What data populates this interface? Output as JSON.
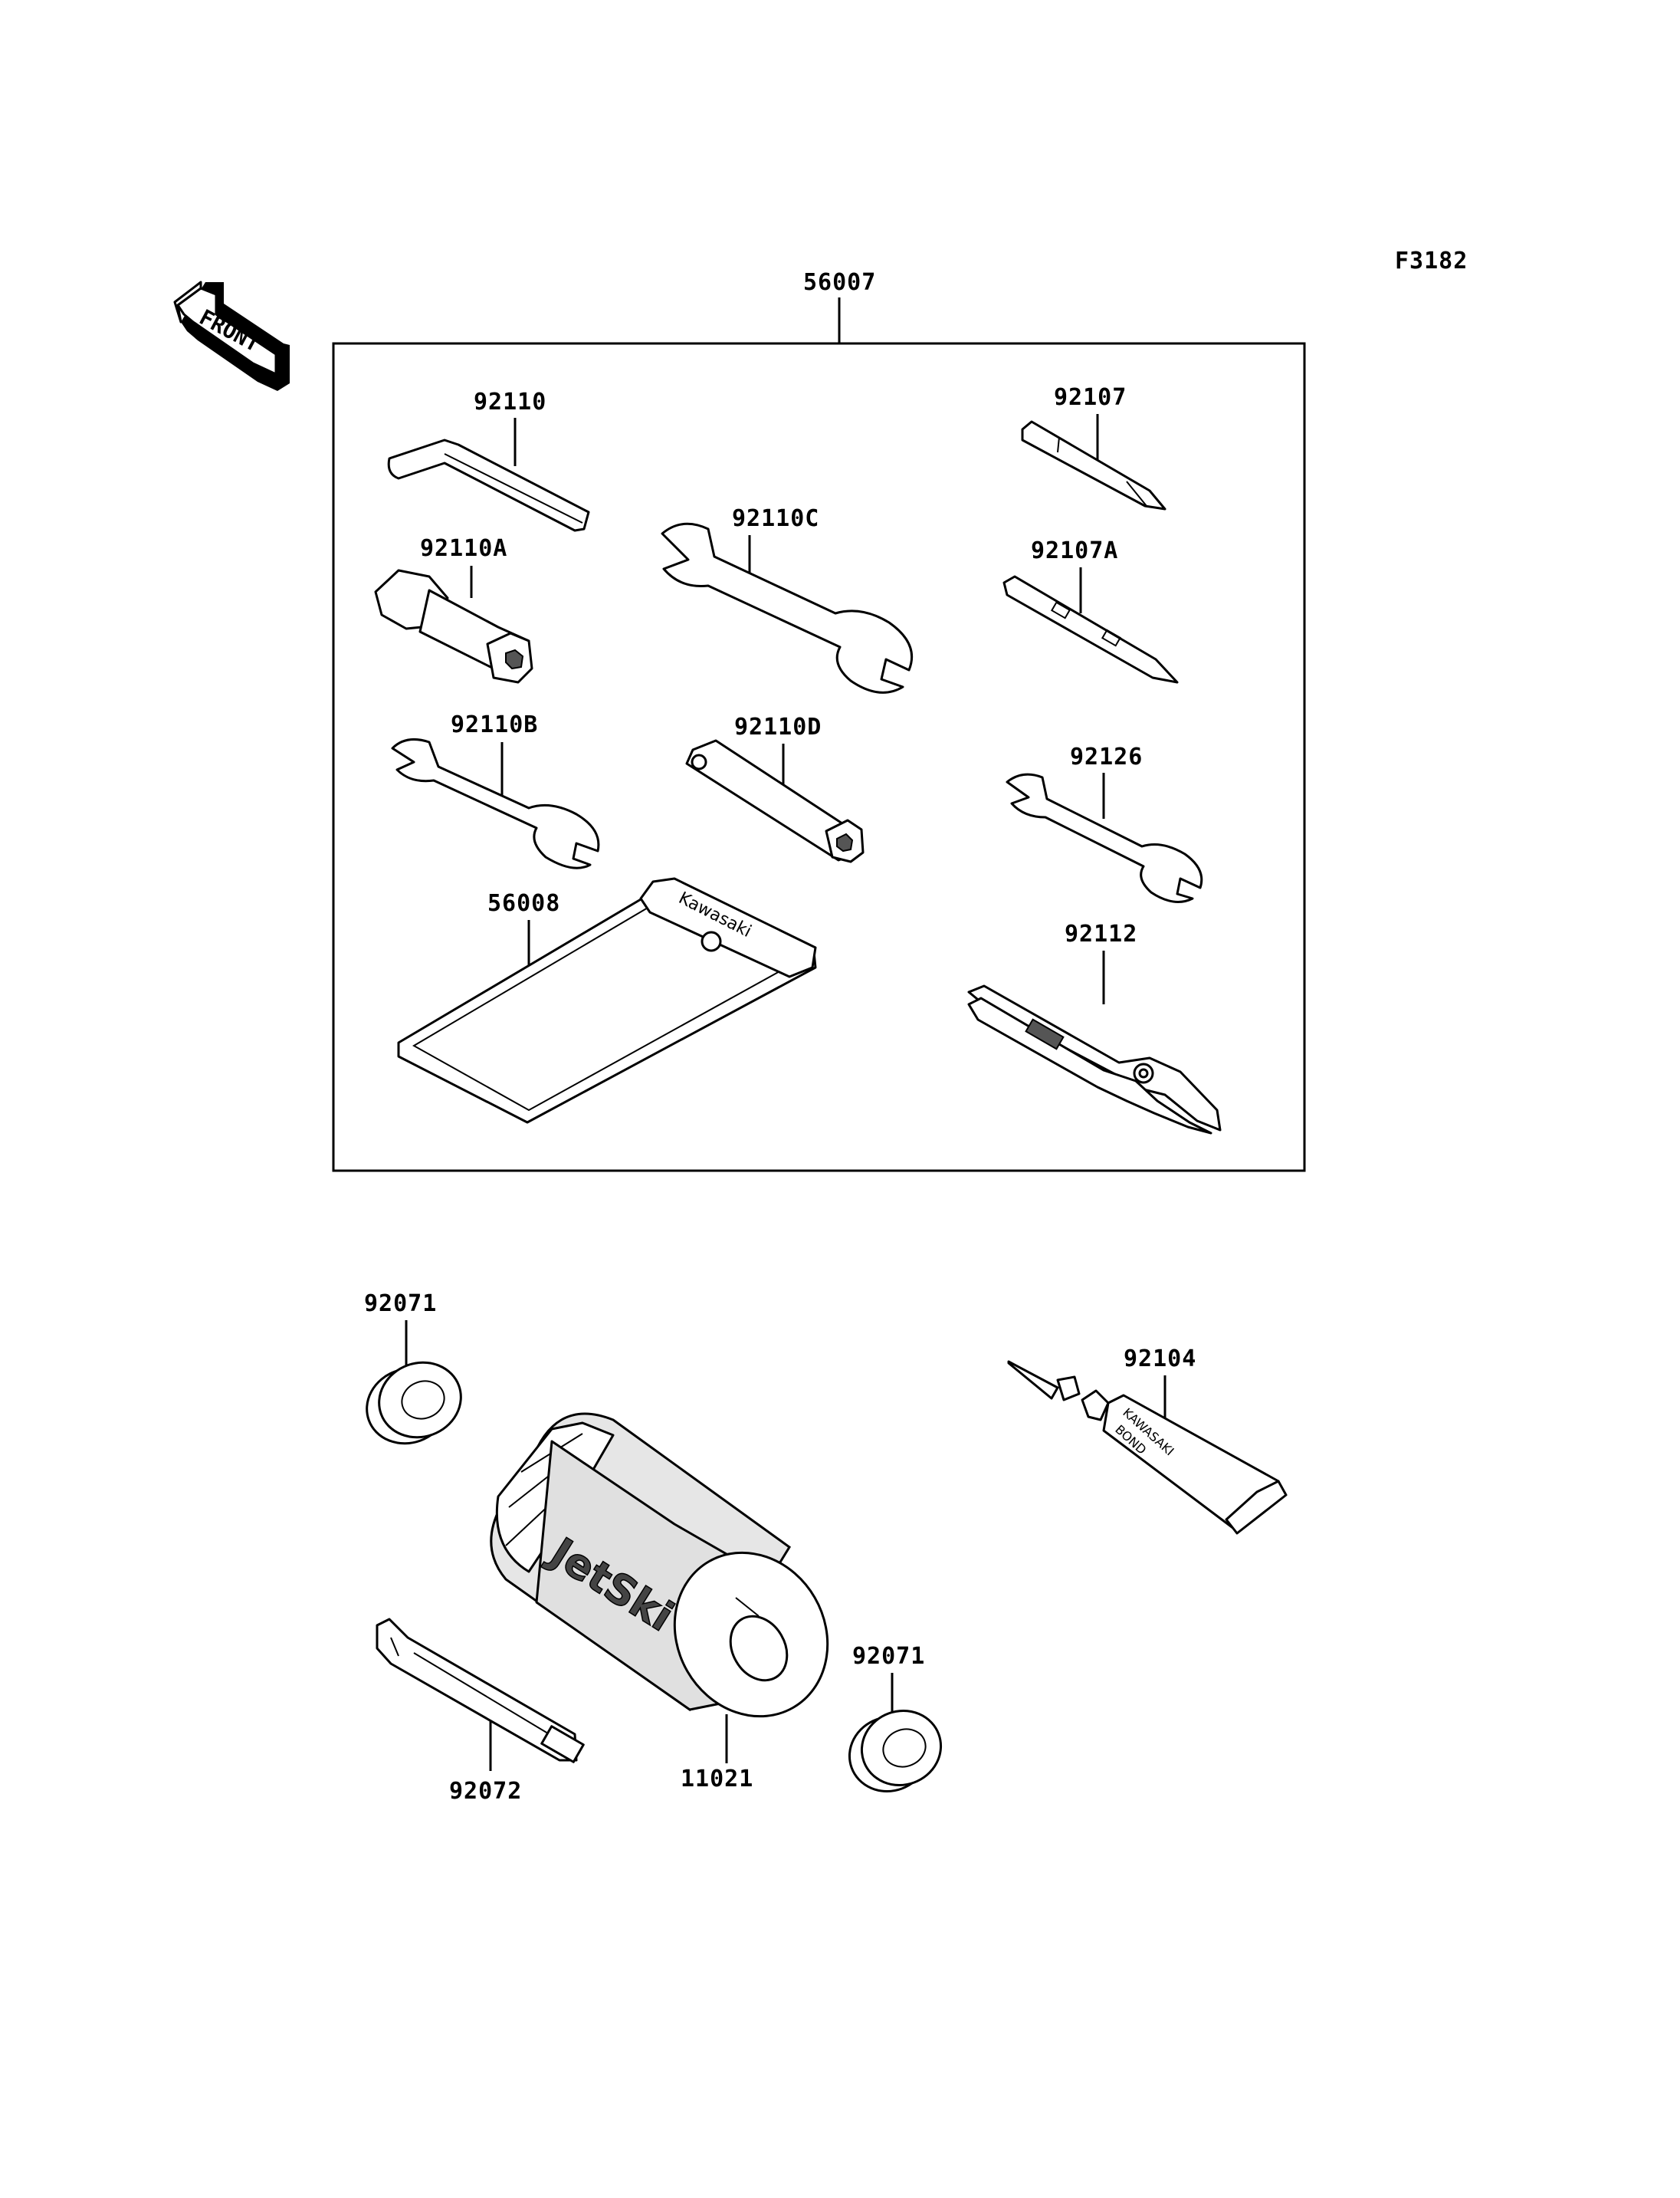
{
  "figure_code": "F3182",
  "front_label": "FRONT",
  "kit": {
    "part_number": "56007"
  },
  "parts": {
    "p92110": "92110",
    "p92110A": "92110A",
    "p92110B": "92110B",
    "p92110C": "92110C",
    "p92110D": "92110D",
    "p92107": "92107",
    "p92107A": "92107A",
    "p92126": "92126",
    "p92112": "92112",
    "p56008": "56008",
    "p92071_top": "92071",
    "p92071_bottom": "92071",
    "p92104": "92104",
    "p92072": "92072",
    "p11021": "11021"
  },
  "printed_text": {
    "pouch_brand": "Kawasaki",
    "tube_brand": "KAWASAKI",
    "tube_product": "BOND",
    "canister_logo": "JetSki"
  }
}
